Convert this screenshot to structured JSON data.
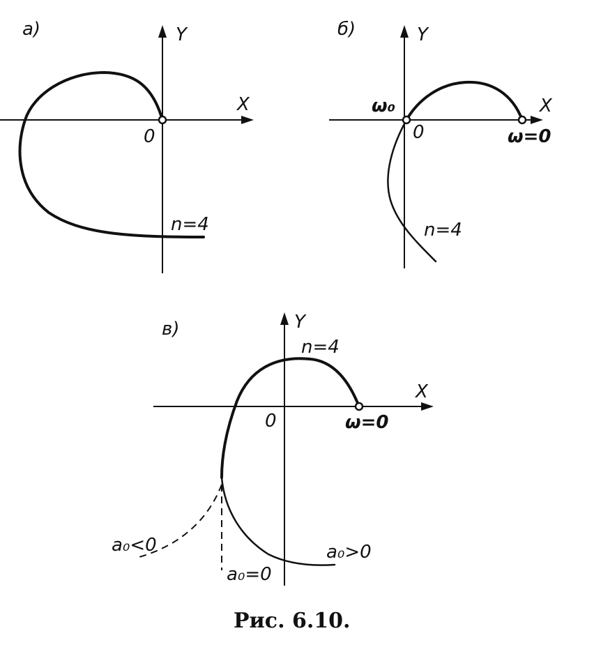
{
  "panels": {
    "a": {
      "letter": "a)",
      "y_axis": "Y",
      "x_axis": "X",
      "origin": "0",
      "curve_label": "n=4"
    },
    "b": {
      "letter": "б)",
      "y_axis": "Y",
      "x_axis": "X",
      "origin": "0",
      "omega0": "ω₀",
      "omega_zero": "ω=0",
      "curve_label": "n=4"
    },
    "c": {
      "letter": "в)",
      "y_axis": "Y",
      "x_axis": "X",
      "origin": "0",
      "omega_zero": "ω=0",
      "curve_label": "n=4",
      "a0_neg": "a₀<0",
      "a0_zero": "a₀=0",
      "a0_pos": "a₀>0"
    }
  },
  "caption": "Рис. 6.10."
}
